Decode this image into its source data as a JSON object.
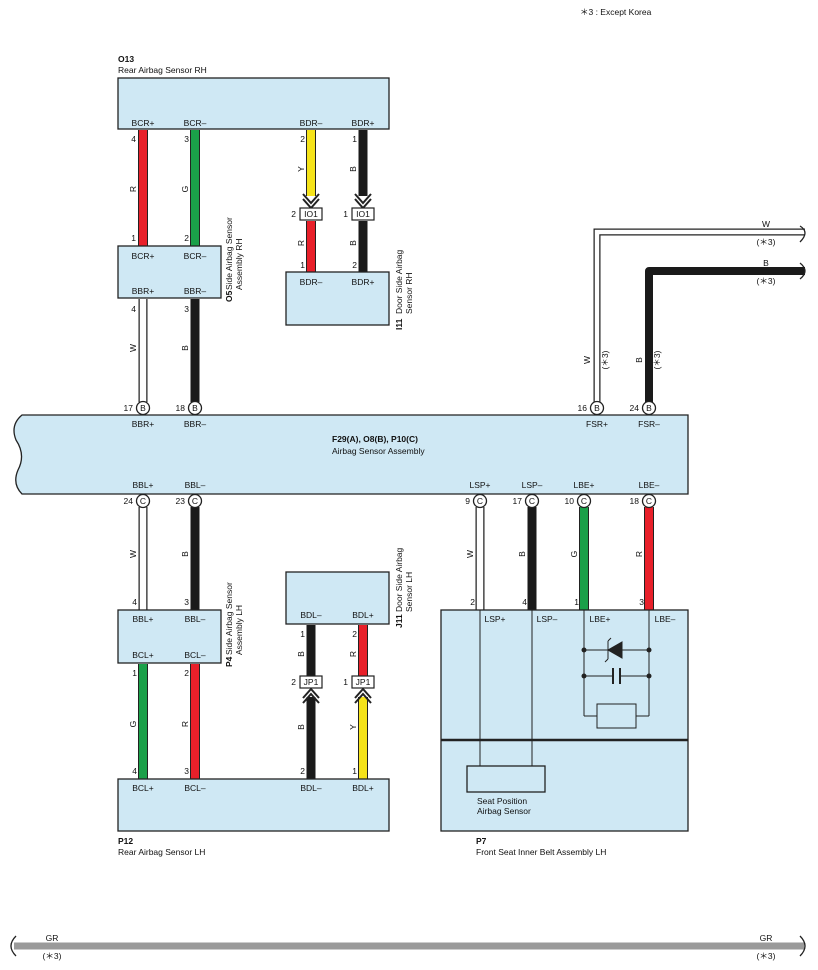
{
  "note": "＊3 : Except Korea",
  "components": {
    "o13": {
      "code": "O13",
      "name": "Rear Airbag Sensor RH"
    },
    "o5": {
      "code": "O5",
      "name_line1": "Side Airbag Sensor",
      "name_line2": "Assembly RH"
    },
    "i11": {
      "code": "I11",
      "name_line1": "Door Side Airbag",
      "name_line2": "Sensor RH"
    },
    "main": {
      "code": "F29(A), O8(B), P10(C)",
      "name": "Airbag Sensor Assembly"
    },
    "j11": {
      "code": "J11",
      "name_line1": "Door Side Airbag",
      "name_line2": "Sensor LH"
    },
    "p4": {
      "code": "P4",
      "name_line1": "Side Airbag Sensor",
      "name_line2": "Assembly LH"
    },
    "p12": {
      "code": "P12",
      "name": "Rear Airbag Sensor LH"
    },
    "p7": {
      "code": "P7",
      "name": "Front Seat Inner Belt Assembly LH",
      "inner_line1": "Seat Position",
      "inner_line2": "Airbag Sensor"
    }
  },
  "terminals": {
    "o13": [
      "BCR+",
      "BCR–",
      "BDR–",
      "BDR+"
    ],
    "o5_top": [
      "BCR+",
      "BCR–"
    ],
    "o5_bottom": [
      "BBR+",
      "BBR–"
    ],
    "i11": [
      "BDR–",
      "BDR+"
    ],
    "main_top": [
      "BBR+",
      "BBR–",
      "FSR+",
      "FSR–"
    ],
    "main_bottom": [
      "BBL+",
      "BBL–",
      "LSP+",
      "LSP–",
      "LBE+",
      "LBE–"
    ],
    "j11": [
      "BDL–",
      "BDL+"
    ],
    "p4_top": [
      "BBL+",
      "BBL–"
    ],
    "p4_bottom": [
      "BCL+",
      "BCL–"
    ],
    "p12": [
      "BCL+",
      "BCL–",
      "BDL–",
      "BDL+"
    ],
    "p7": [
      "LSP+",
      "LSP–",
      "LBE+",
      "LBE–"
    ]
  },
  "pins": {
    "o13": [
      "4",
      "3",
      "2",
      "1"
    ],
    "o5_top": [
      "1",
      "2"
    ],
    "o5_bottom": [
      "4",
      "3"
    ],
    "io1_left": [
      "2",
      "1"
    ],
    "i11": [
      "1",
      "2"
    ],
    "main_top": [
      "17",
      "18",
      "16",
      "24"
    ],
    "main_top_conn": [
      "B",
      "B",
      "B",
      "B"
    ],
    "main_bottom": [
      "24",
      "23",
      "9",
      "17",
      "10",
      "18"
    ],
    "main_bottom_conn": [
      "C",
      "C",
      "C",
      "C",
      "C",
      "C"
    ],
    "j11": [
      "1",
      "2"
    ],
    "jp1_left": [
      "2",
      "1"
    ],
    "p4_top": [
      "4",
      "3"
    ],
    "p4_bottom": [
      "1",
      "2"
    ],
    "p12": [
      "4",
      "3",
      "2",
      "1"
    ],
    "p7": [
      "2",
      "4",
      "1",
      "3"
    ]
  },
  "junctions": {
    "io1": "IO1",
    "jp1": "JP1"
  },
  "wire_colors": {
    "o13_o5": [
      "R",
      "G"
    ],
    "o13_io1": [
      "Y",
      "B"
    ],
    "io1_i11": [
      "R",
      "B"
    ],
    "o5_main": [
      "W",
      "B"
    ],
    "fsr": [
      "W",
      "B"
    ],
    "main_p4": [
      "W",
      "B"
    ],
    "main_p7": [
      "W",
      "B",
      "G",
      "R"
    ],
    "p4_p12": [
      "G",
      "R"
    ],
    "j11_jp1": [
      "B",
      "R"
    ],
    "jp1_p12": [
      "B",
      "Y"
    ]
  },
  "variant_tag": "(＊3)",
  "right_wires": [
    {
      "color": "W",
      "tag": "(＊3)"
    },
    {
      "color": "B",
      "tag": "(＊3)"
    }
  ],
  "gr_wire": {
    "color": "GR",
    "tag": "(＊3)"
  },
  "colors": {
    "box_fill": "#cfe8f4",
    "red": "#e8202a",
    "green": "#1aa049",
    "yellow": "#f5e31a",
    "black": "#1a1a1a",
    "white_wire": "#ffffff",
    "gray": "#9a9a9a"
  }
}
